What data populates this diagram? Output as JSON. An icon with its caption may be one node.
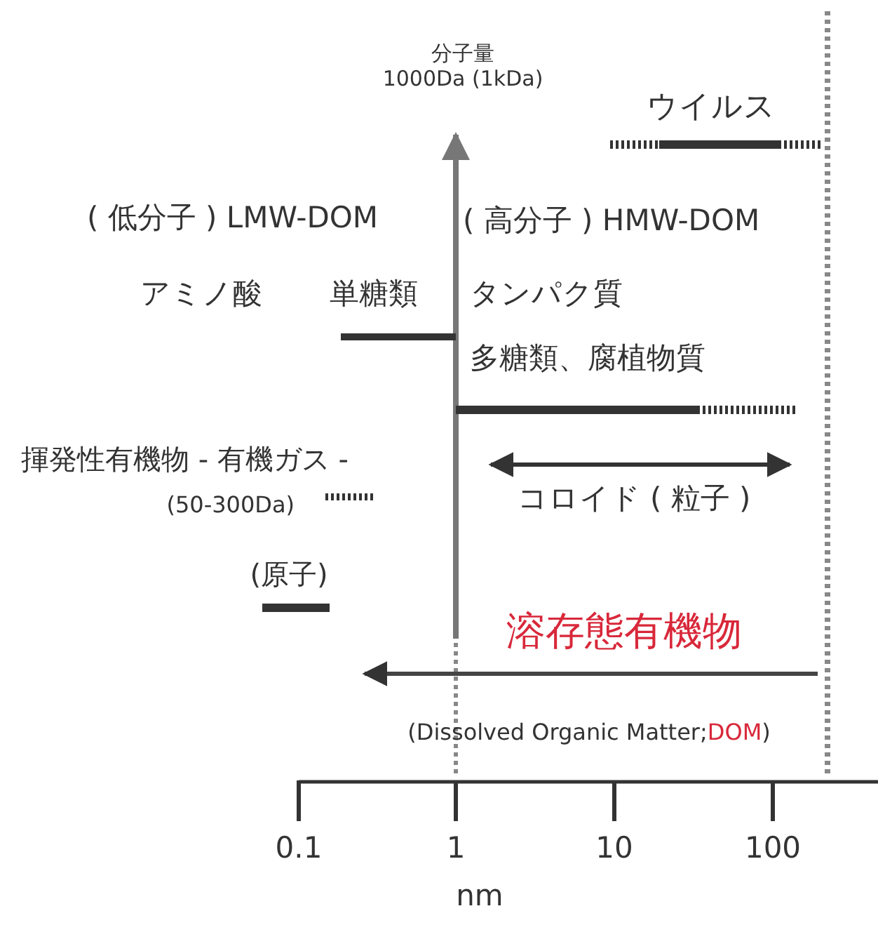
{
  "diagram": {
    "labels": [
      "分子量",
      "1000Da (1kDa)",
      "ウイルス",
      "( 低分子 ) LMW-DOM",
      "( 高分子 ) HMW-DOM",
      "アミノ酸",
      "単糖類",
      "タンパク質",
      "多糖類、腐植物質",
      "揮発性有機物 - 有機ガス -",
      "(50-300Da)",
      "コロイド ( 粒子 )",
      "(原子)",
      "溶存態有機物",
      "(Dissolved Organic Matter;",
      "DOM",
      ")",
      "0.1",
      "1",
      "10",
      "100",
      "nm"
    ]
  }
}
